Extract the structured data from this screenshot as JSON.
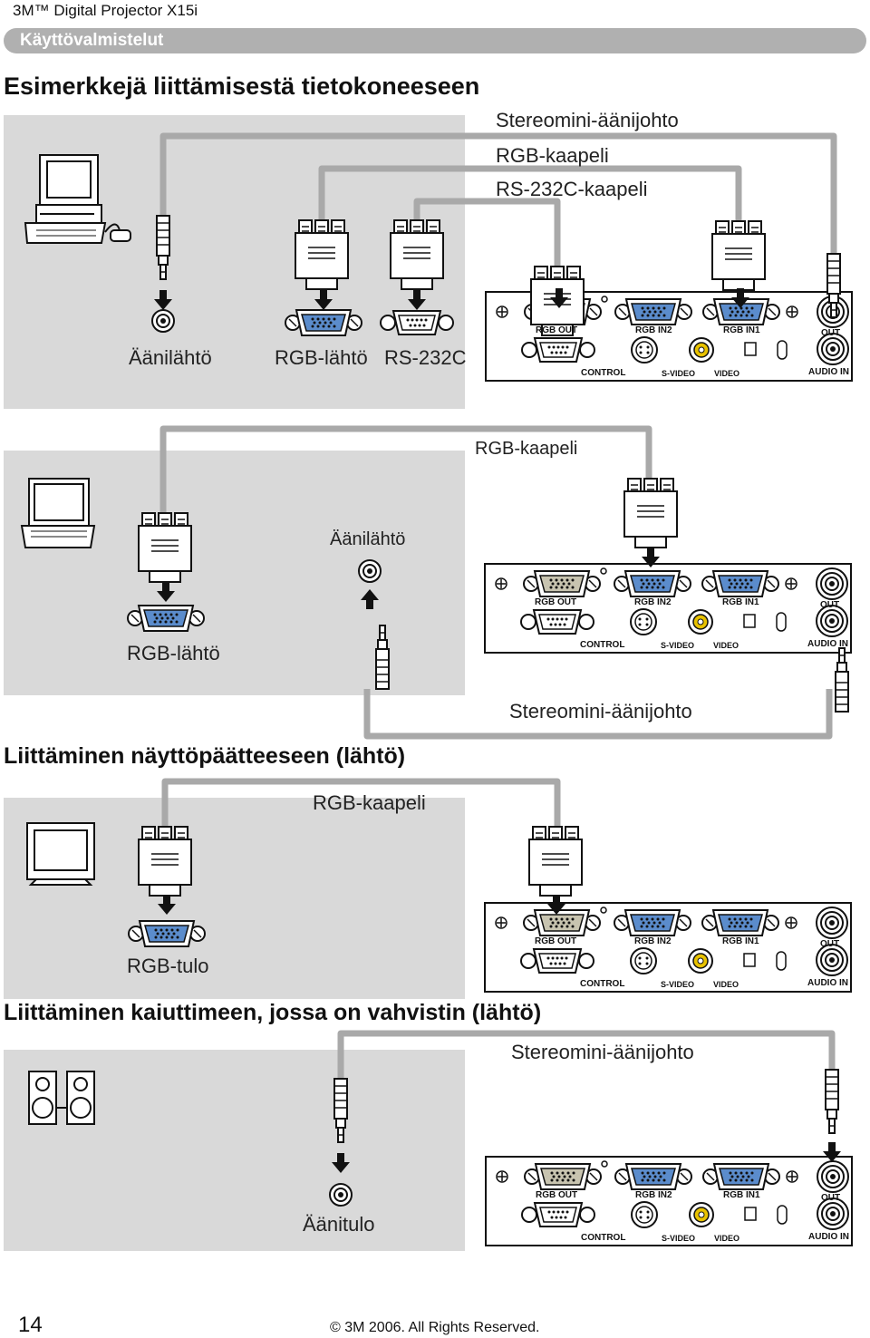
{
  "header": {
    "product": "3M™ Digital Projector X15i",
    "section": "Käyttövalmistelut"
  },
  "computer": {
    "heading": "Esimerkkejä liittämisestä tietokoneeseen",
    "desktop": {
      "cable_labels": [
        "Stereomini-äänijohto",
        "RGB-kaapeli",
        "RS-232C-kaapeli"
      ],
      "port_labels": [
        "Äänilähtö",
        "RGB-lähtö",
        "RS-232C"
      ]
    },
    "laptop": {
      "cable_label": "RGB-kaapeli",
      "audio_out_label": "Äänilähtö",
      "rgb_out_label": "RGB-lähtö",
      "audio_cable_label": "Stereomini-äänijohto"
    }
  },
  "monitor": {
    "heading": "Liittäminen näyttöpäätteeseen (lähtö)",
    "cable_label": "RGB-kaapeli",
    "port_label": "RGB-tulo"
  },
  "speaker": {
    "heading": "Liittäminen kaiuttimeen, jossa on vahvistin (lähtö)",
    "cable_label": "Stereomini-äänijohto",
    "port_label": "Äänitulo"
  },
  "projector_panel": {
    "top_labels": [
      "RGB OUT",
      "RGB IN2",
      "RGB IN1",
      "OUT"
    ],
    "bottom_labels": [
      "CONTROL",
      "S-VIDEO",
      "VIDEO",
      "AUDIO IN"
    ]
  },
  "footer": {
    "page": "14",
    "copyright": "© 3M 2006.  All Rights Reserved."
  }
}
